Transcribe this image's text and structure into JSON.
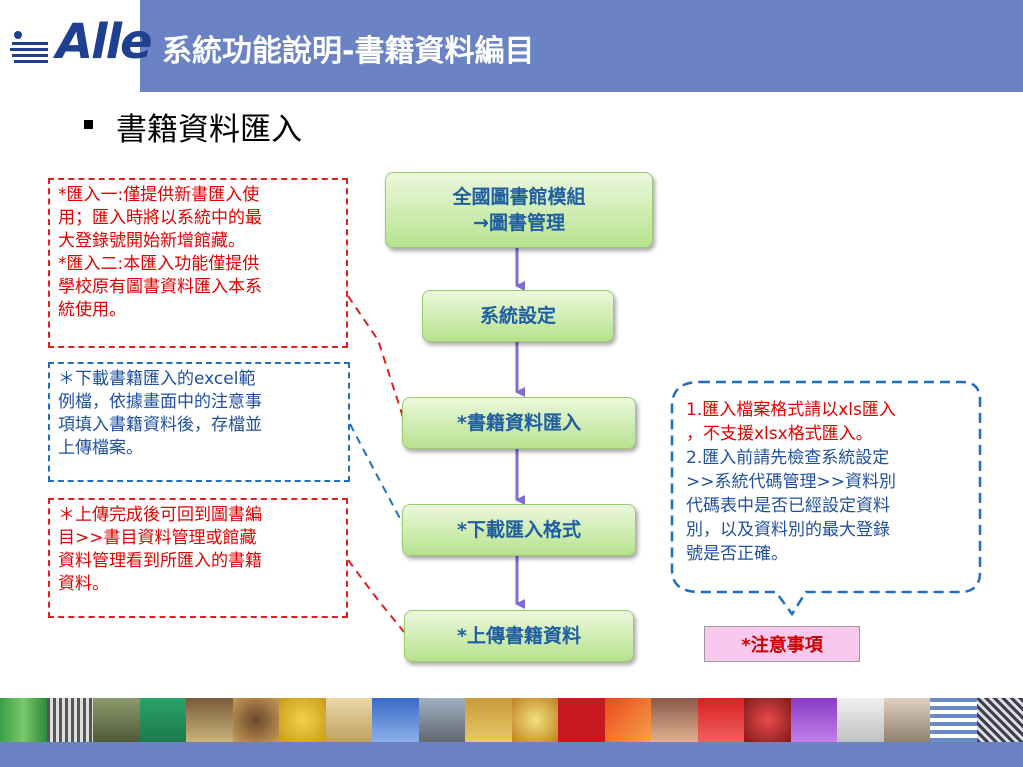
{
  "header": {
    "logo_text": "Alle",
    "title": "系統功能說明-書籍資料編目"
  },
  "section": {
    "heading": "書籍資料匯入"
  },
  "notes": {
    "red_top": [
      "*匯入一:僅提供新書匯入使",
      "用；匯入時將以系統中的最",
      "大登錄號開始新增館藏。",
      "*匯入二:本匯入功能僅提供",
      "學校原有圖書資料匯入本系",
      "統使用。"
    ],
    "blue_middle": [
      " ＊下載書籍匯入的excel範",
      "例檔，依據畫面中的注意事",
      "項填入書籍資料後，存檔並",
      "上傳檔案。"
    ],
    "red_bottom": [
      " ＊上傳完成後可回到圖書編",
      "目>>書目資料管理或館藏",
      "資料管理看到所匯入的書籍",
      "資料。"
    ]
  },
  "flow": {
    "step1_line1": "全國圖書館模組",
    "step1_line2": "→圖書管理",
    "step2": "系統設定",
    "step3": "*書籍資料匯入",
    "step4": "*下載匯入格式",
    "step5": "*上傳書籍資料"
  },
  "callout": {
    "lines_red": [
      "1.匯入檔案格式請以xls匯入",
      "，不支援xlsx格式匯入。"
    ],
    "lines_blue": [
      "2.匯入前請先檢查系統設定",
      ">>系統代碼管理>>資料別",
      "代碼表中是否已經設定資料",
      "別，以及資料別的最大登錄",
      "號是否正確。"
    ],
    "caution_label": "*注意事項"
  },
  "colors": {
    "header_bg": "#6b83c4",
    "note_red": "#e00000",
    "note_blue": "#1f4f9f",
    "flow_text": "#1f5ea0",
    "arrow": "#7b6fd6"
  }
}
